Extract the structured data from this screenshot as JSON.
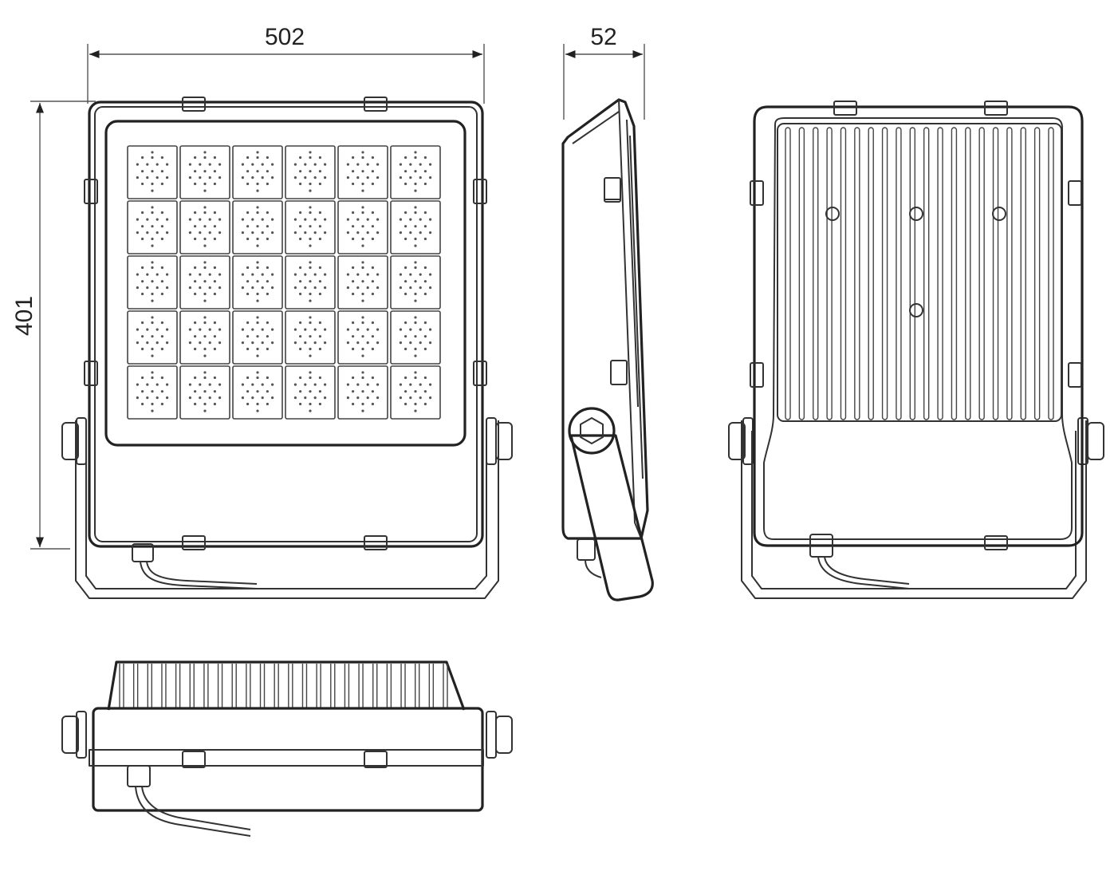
{
  "dimensions": {
    "width": "502",
    "depth": "52",
    "height": "401"
  },
  "front_view": {
    "led_module_rows": 5,
    "led_module_cols": 6
  },
  "back_view": {
    "fin_count": 20
  },
  "bottom_view": {
    "fin_count": 24
  },
  "colors": {
    "line": "#333333",
    "background": "#ffffff"
  }
}
